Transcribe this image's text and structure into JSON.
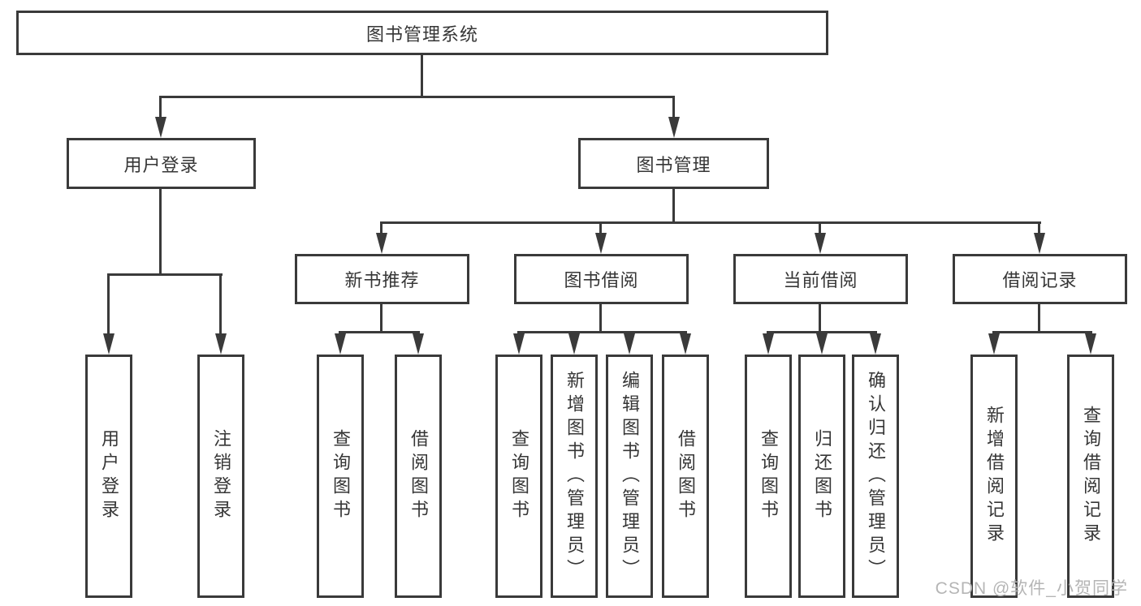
{
  "tree": {
    "root": "图书管理系统",
    "level2": {
      "login": "用户登录",
      "mgmt": "图书管理"
    },
    "level3": {
      "recommend": "新书推荐",
      "borrow": "图书借阅",
      "current": "当前借阅",
      "records": "借阅记录"
    },
    "leaves": {
      "login": [
        "用户登录",
        "注销登录"
      ],
      "recommend": [
        "查询图书",
        "借阅图书"
      ],
      "borrow": [
        "查询图书",
        "新增图书（管理员）",
        "编辑图书（管理员）",
        "借阅图书"
      ],
      "current": [
        "查询图书",
        "归还图书",
        "确认归还（管理员）"
      ],
      "records": [
        "新增借阅记录",
        "查询借阅记录"
      ]
    }
  },
  "watermark": "CSDN @软件_小贺同学",
  "colors": {
    "line": "#3a3a3a",
    "text": "#363636",
    "background": "#ffffff",
    "watermark": "#b5b5b5"
  }
}
